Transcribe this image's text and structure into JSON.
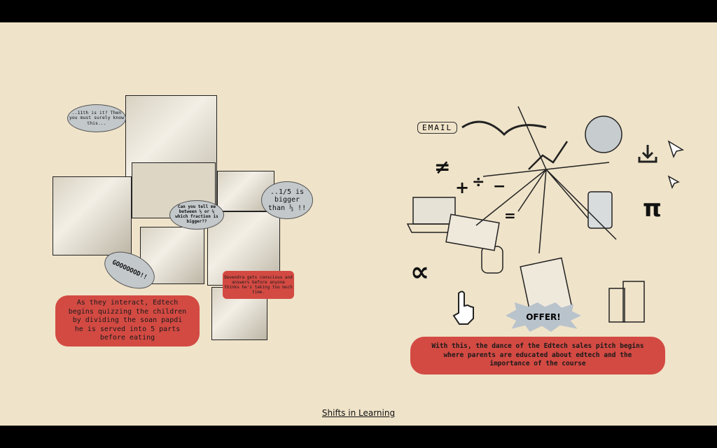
{
  "left_comic": {
    "bubble_1": "..11th is it? Then you must surely know this...",
    "bubble_2": "Can you tell me between ⅓ or ⅕ which fraction is bigger??",
    "bubble_3": "..1/5 is bigger than ⅓ !!",
    "bubble_4": "GOOOOOOD!!",
    "small_caption": "Devendra gets conscious and answers before anyone thinks he's taking too much time.",
    "main_caption": "As they interact, Edtech begins quizzing the children by dividing the soan papdi he is served into 5 parts before eating"
  },
  "right_comic": {
    "email_label": "EMAIL",
    "offer_label": "OFFER!",
    "main_caption": "With this, the dance of the Edtech sales pitch begins where parents are educated about edtech and the importance of the course",
    "symbols": [
      "≠",
      "+",
      "÷",
      "−",
      "=",
      "π",
      "∝"
    ]
  },
  "footer": {
    "link": "Shifts in Learning"
  },
  "colors": {
    "background": "#efe3c9",
    "caption": "#d34a43",
    "bubble": "#c3c8cb"
  }
}
